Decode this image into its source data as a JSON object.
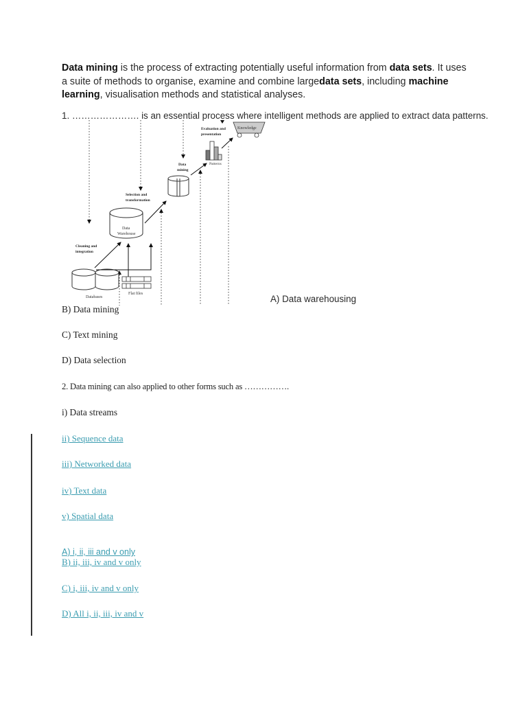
{
  "intro": {
    "segments": [
      {
        "text": "Data mining",
        "bold": true
      },
      {
        "text": " is the process of extracting potentially useful information from ",
        "bold": false
      },
      {
        "text": "data sets",
        "bold": true
      },
      {
        "text": ". It uses a suite of methods to organise, examine and combine large",
        "bold": false
      },
      {
        "text": "data sets",
        "bold": true
      },
      {
        "text": ", including ",
        "bold": false
      },
      {
        "text": "machine learning",
        "bold": true
      },
      {
        "text": ", visualisation methods and statistical analyses.",
        "bold": false
      }
    ]
  },
  "question1": {
    "text": "1. …………………. is an essential process where intelligent methods are applied to extract data patterns.",
    "options": [
      {
        "label": "A) Data warehousing"
      },
      {
        "label": "B) Data mining"
      },
      {
        "label": "C) Text mining"
      },
      {
        "label": "D) Data selection"
      }
    ]
  },
  "diagram": {
    "stages": {
      "cleaning": [
        "Cleaning and",
        "integration"
      ],
      "selection": [
        "Selection and",
        "transformation"
      ],
      "mining": [
        "Data",
        "mining"
      ],
      "evaluation": [
        "Evaluation and",
        "presentation"
      ]
    },
    "nodes": {
      "databases": "Databases",
      "flat_files": "Flat files",
      "warehouse": [
        "Data",
        "Warehouse"
      ],
      "patterns": "Patterns",
      "knowledge": "Knowledge"
    }
  },
  "question2": {
    "text": "2. Data mining can also applied to other forms such as …………….",
    "items": [
      {
        "label": "i) Data streams",
        "link": false
      },
      {
        "label": "ii) Sequence data",
        "link": true
      },
      {
        "label": "iii) Networked data",
        "link": true
      },
      {
        "label": "iv) Text data",
        "link": true
      },
      {
        "label": "v) Spatial data",
        "link": true
      }
    ],
    "options": [
      {
        "label": "A) i, ii, iii and v only"
      },
      {
        "label": "B) ii, iii, iv and v only"
      },
      {
        "label": "C) i, iii, iv and v only"
      },
      {
        "label": "D) All i, ii, iii, iv and v"
      }
    ]
  },
  "colors": {
    "link": "#3a9cb0",
    "text": "#222222"
  }
}
